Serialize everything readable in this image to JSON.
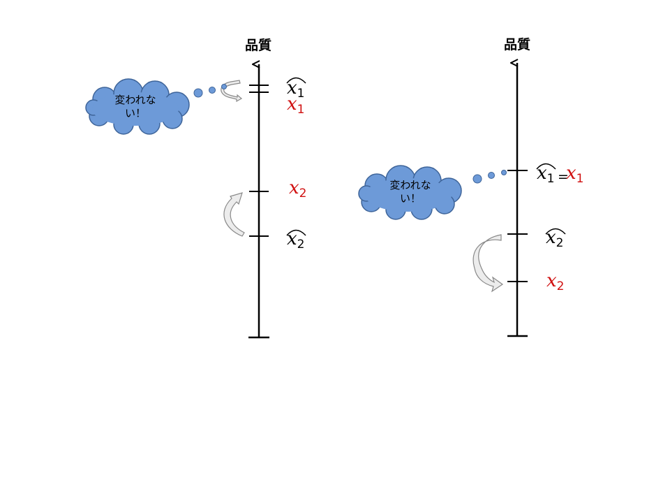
{
  "colors": {
    "axis": "#000000",
    "estimate": "#000000",
    "actual": "#d01010",
    "cloud_fill": "#6d9ad8",
    "cloud_stroke": "#3e6499",
    "arrow_fill": "#ececec",
    "arrow_stroke": "#888888"
  },
  "left": {
    "axis_label": "品質",
    "hat_x1": {
      "var": "x",
      "sub": "1"
    },
    "x1": {
      "var": "x",
      "sub": "1"
    },
    "x2": {
      "var": "x",
      "sub": "2"
    },
    "hat_x2": {
      "var": "x",
      "sub": "2"
    },
    "cloud": {
      "line1": "変われな",
      "line2": "い！"
    }
  },
  "right": {
    "axis_label": "品質",
    "hat_x1": {
      "var": "x",
      "sub": "1"
    },
    "equals": "=",
    "x1": {
      "var": "x",
      "sub": "1"
    },
    "hat_x2": {
      "var": "x",
      "sub": "2"
    },
    "x2": {
      "var": "x",
      "sub": "2"
    },
    "cloud": {
      "line1": "変われな",
      "line2": "い！"
    }
  }
}
